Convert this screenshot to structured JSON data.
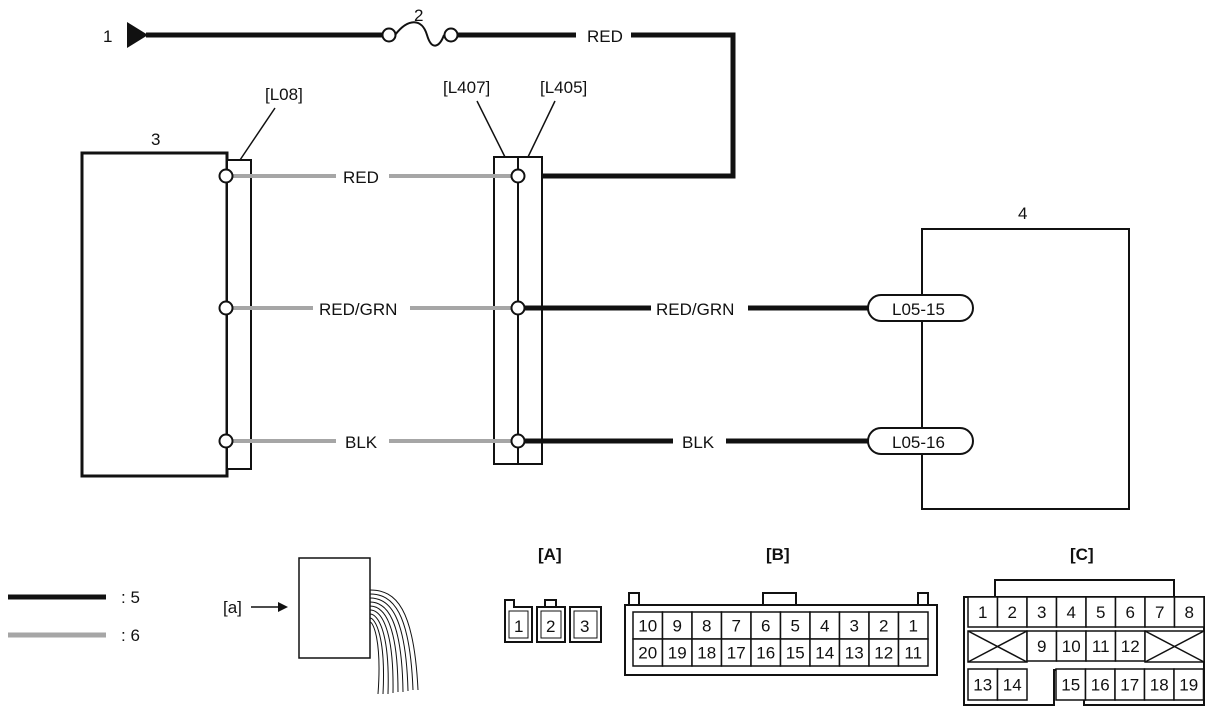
{
  "callouts": {
    "battery": "1",
    "fuse": "2",
    "left_unit": "3",
    "right_unit": "4",
    "legend_black": ": 5",
    "legend_gray": ": 6"
  },
  "connectors": {
    "l08": "[L08]",
    "l407": "[L407]",
    "l405": "[L405]"
  },
  "wires": {
    "top_red": "RED",
    "left_red": "RED",
    "left_red_grn": "RED/GRN",
    "left_blk": "BLK",
    "right_red_grn": "RED/GRN",
    "right_blk": "BLK"
  },
  "terminals": {
    "t1": "L05-15",
    "t2": "L05-16"
  },
  "view_label": "[a]",
  "connector_views": {
    "A": {
      "label": "[A]",
      "pins": [
        "1",
        "2",
        "3"
      ]
    },
    "B": {
      "label": "[B]",
      "row1": [
        "10",
        "9",
        "8",
        "7",
        "6",
        "5",
        "4",
        "3",
        "2",
        "1"
      ],
      "row2": [
        "20",
        "19",
        "18",
        "17",
        "16",
        "15",
        "14",
        "13",
        "12",
        "11"
      ]
    },
    "C": {
      "label": "[C]",
      "row1": [
        "1",
        "2",
        "3",
        "4",
        "5",
        "6",
        "7",
        "8"
      ],
      "row2": [
        "9",
        "10",
        "11",
        "12"
      ],
      "row3a": [
        "13",
        "14"
      ],
      "row3b": [
        "15",
        "16",
        "17",
        "18",
        "19"
      ]
    }
  },
  "colors": {
    "black_wire": "#111111",
    "gray_wire": "#a6a6a6"
  }
}
